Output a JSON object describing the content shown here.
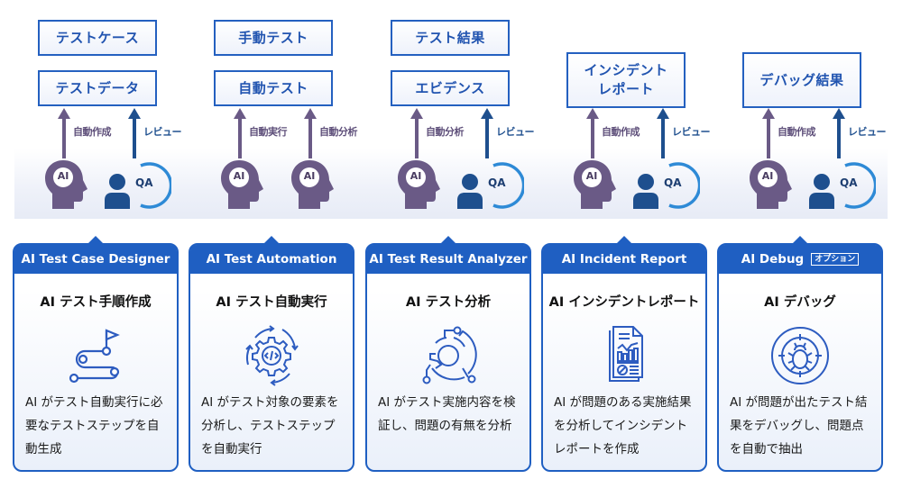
{
  "colors": {
    "primary_blue": "#1f5fc2",
    "output_box_text": "#2154b0",
    "ai_purple": "#6a5a86",
    "qa_navy": "#1e4f8e",
    "qa_ring": "#2e8ad6"
  },
  "columns": [
    {
      "outputs": [
        "テストケース",
        "テストデータ"
      ],
      "actors": [
        {
          "type": "ai",
          "icon": "ai-head-icon",
          "badge": "AI",
          "arrow_label": "自動作成"
        },
        {
          "type": "qa",
          "icon": "qa-person-icon",
          "badge": "QA",
          "arrow_label": "レビュー"
        }
      ],
      "card": {
        "header": "AI Test Case Designer",
        "title": "AI テスト手順作成",
        "icon": "route-flag-icon",
        "description": "AI がテスト自動実行に必要なテストステップを自動生成"
      }
    },
    {
      "outputs": [
        "手動テスト",
        "自動テスト"
      ],
      "actors": [
        {
          "type": "ai",
          "icon": "ai-head-icon",
          "badge": "AI",
          "arrow_label": "自動実行"
        },
        {
          "type": "ai",
          "icon": "ai-head-icon",
          "badge": "AI",
          "arrow_label": "自動分析"
        }
      ],
      "card": {
        "header": "AI Test Automation",
        "title": "AI テスト自動実行",
        "icon": "gear-code-cycle-icon",
        "description": "AI がテスト対象の要素を分析し、テストステップを自動実行"
      }
    },
    {
      "outputs": [
        "テスト結果",
        "エビデンス"
      ],
      "actors": [
        {
          "type": "ai",
          "icon": "ai-head-icon",
          "badge": "AI",
          "arrow_label": "自動分析"
        },
        {
          "type": "qa",
          "icon": "qa-person-icon",
          "badge": "QA",
          "arrow_label": "レビュー"
        }
      ],
      "card": {
        "header": "AI Test Result Analyzer",
        "title": "AI テスト分析",
        "icon": "analysis-network-icon",
        "description": "AI がテスト実施内容を検証し、問題の有無を分析"
      }
    },
    {
      "outputs": [
        "インシデント\nレポート"
      ],
      "actors": [
        {
          "type": "ai",
          "icon": "ai-head-icon",
          "badge": "AI",
          "arrow_label": "自動作成"
        },
        {
          "type": "qa",
          "icon": "qa-person-icon",
          "badge": "QA",
          "arrow_label": "レビュー"
        }
      ],
      "card": {
        "header": "AI Incident Report",
        "title": "AI インシデントレポート",
        "icon": "report-document-icon",
        "description": "AI が問題のある実施結果を分析してインシデントレポートを作成"
      }
    },
    {
      "outputs": [
        "デバッグ結果"
      ],
      "actors": [
        {
          "type": "ai",
          "icon": "ai-head-icon",
          "badge": "AI",
          "arrow_label": "自動作成"
        },
        {
          "type": "qa",
          "icon": "qa-person-icon",
          "badge": "QA",
          "arrow_label": "レビュー"
        }
      ],
      "card": {
        "header": "AI Debug",
        "header_badge": "オプション",
        "title": "AI デバッグ",
        "icon": "bug-target-icon",
        "description": "AI が問題が出たテスト結果をデバッグし、問題点を自動で抽出"
      }
    }
  ]
}
